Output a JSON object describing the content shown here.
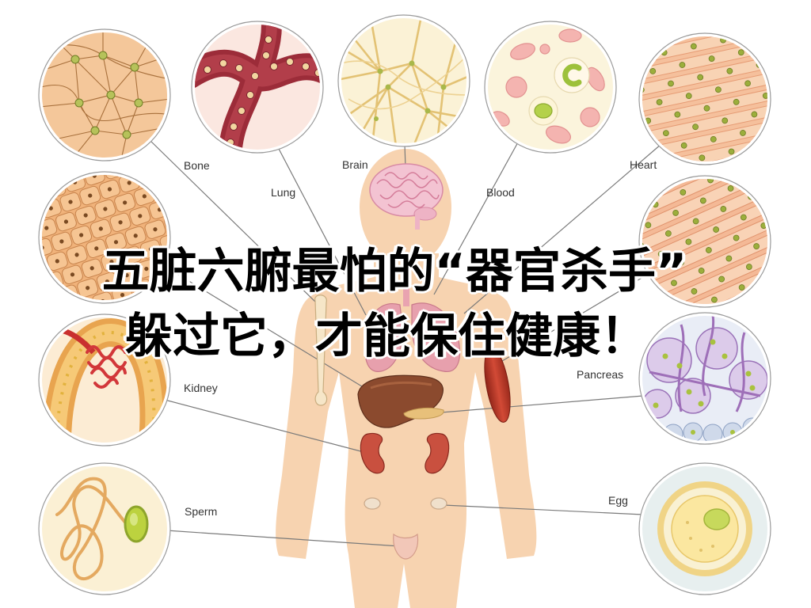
{
  "title": {
    "line1": "五脏六腑最怕的“器官杀手”",
    "line2": "躲过它，才能保住健康！"
  },
  "labels": {
    "bone": "Bone",
    "lung": "Lung",
    "brain": "Brain",
    "blood": "Blood",
    "heart": "Heart",
    "kidney": "Kidney",
    "pancreas": "Pancreas",
    "sperm": "Sperm",
    "egg": "Egg"
  },
  "colors": {
    "skin": "#f7d3b0",
    "title_text": "#000000",
    "title_outline": "#ffffff",
    "label_text": "#333333",
    "connector_line": "#7a7a7a"
  }
}
